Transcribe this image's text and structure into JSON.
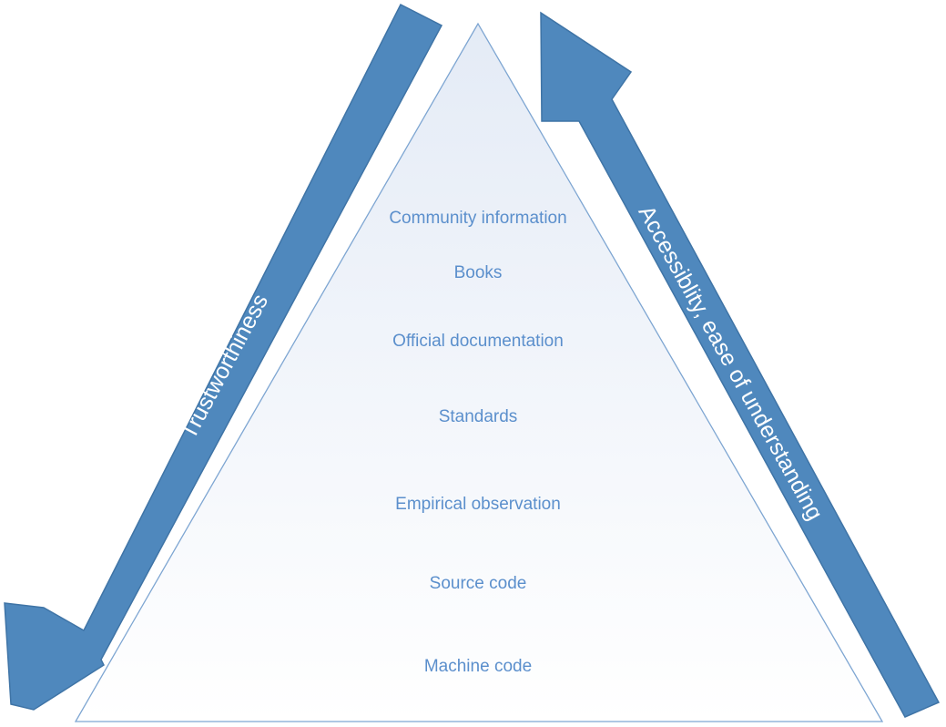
{
  "diagram": {
    "layers": [
      "Community information",
      "Books",
      "Official documentation",
      "Standards",
      "Empirical observation",
      "Source code",
      "Machine code"
    ],
    "left_arrow": {
      "label": "Trustworthiness",
      "direction": "down"
    },
    "right_arrow": {
      "label": "Accessiblity, ease of understanding",
      "direction": "up"
    }
  },
  "colors": {
    "arrow_fill": "#4f88bd",
    "arrow_stroke": "#3f74a6",
    "triangle_stroke": "#7ea6d2",
    "triangle_gradient_top": "#e4ebf6",
    "triangle_gradient_bottom": "#ffffff",
    "layer_text": "#5b8fcc",
    "arrow_text": "#ffffff"
  }
}
